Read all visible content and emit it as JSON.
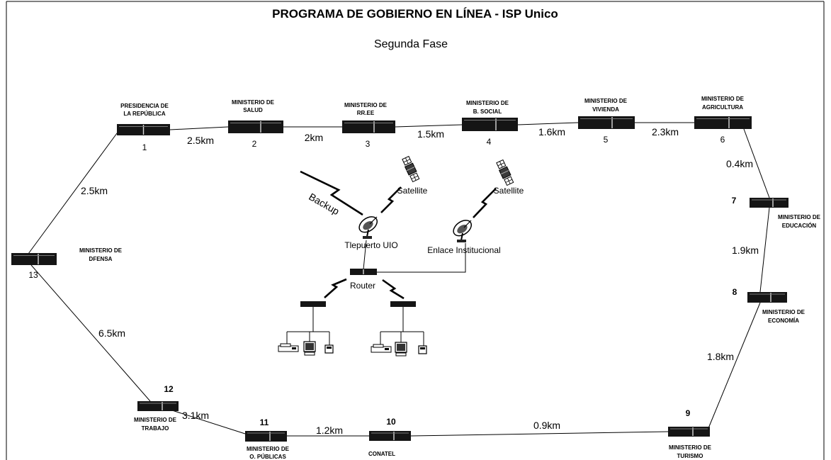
{
  "title": "PROGRAMA DE GOBIERNO EN LÍNEA - ISP Unico",
  "subtitle": "Segunda Fase",
  "nodes": [
    {
      "number": "1",
      "name_lines": [
        "PRESIDENCIA DE",
        "LA REPÚBLICA"
      ]
    },
    {
      "number": "2",
      "name_lines": [
        "MINISTERIO DE",
        "SALUD"
      ]
    },
    {
      "number": "3",
      "name_lines": [
        "MINISTERIO DE",
        "RR.EE"
      ]
    },
    {
      "number": "4",
      "name_lines": [
        "MINISTERIO DE",
        "B. SOCIAL"
      ]
    },
    {
      "number": "5",
      "name_lines": [
        "MINISTERIO DE",
        "VIVIENDA"
      ]
    },
    {
      "number": "6",
      "name_lines": [
        "MINISTERIO DE",
        "AGRICULTURA"
      ]
    },
    {
      "number": "7",
      "name_lines": [
        "MINISTERIO DE",
        "EDUCACIÓN"
      ]
    },
    {
      "number": "8",
      "name_lines": [
        "MINISTERIO DE",
        "ECONOMÍA"
      ]
    },
    {
      "number": "9",
      "name_lines": [
        "MINISTERIO DE",
        "TURISMO"
      ]
    },
    {
      "number": "10",
      "name_lines": [
        "CONATEL"
      ]
    },
    {
      "number": "11",
      "name_lines": [
        "MINISTERIO DE",
        "O. PÚBLICAS"
      ]
    },
    {
      "number": "12",
      "name_lines": [
        "MINISTERIO DE",
        "TRABAJO"
      ]
    },
    {
      "number": "13",
      "name_lines": [
        "MINISTERIO DE",
        "DFENSA"
      ]
    }
  ],
  "links": [
    {
      "from": "13",
      "to": "1",
      "distance": "2.5km"
    },
    {
      "from": "1",
      "to": "2",
      "distance": "2.5km"
    },
    {
      "from": "2",
      "to": "3",
      "distance": "2km"
    },
    {
      "from": "3",
      "to": "4",
      "distance": "1.5km"
    },
    {
      "from": "4",
      "to": "5",
      "distance": "1.6km"
    },
    {
      "from": "5",
      "to": "6",
      "distance": "2.3km"
    },
    {
      "from": "6",
      "to": "7",
      "distance": "0.4km"
    },
    {
      "from": "7",
      "to": "8",
      "distance": "1.9km"
    },
    {
      "from": "8",
      "to": "9",
      "distance": "1.8km"
    },
    {
      "from": "9",
      "to": "10",
      "distance": "0.9km"
    },
    {
      "from": "10",
      "to": "11",
      "distance": "1.2km"
    },
    {
      "from": "11",
      "to": "12",
      "distance": "3.1km"
    },
    {
      "from": "12",
      "to": "13",
      "distance": "6.5km"
    }
  ],
  "center": {
    "satellite_1_label": "Satellite",
    "satellite_2_label": "Satellite",
    "dish_1_label": "Tlepuerto UIO",
    "dish_2_label": "Enlace Institucional",
    "router_label": "Router",
    "backup_label": "Backup"
  }
}
